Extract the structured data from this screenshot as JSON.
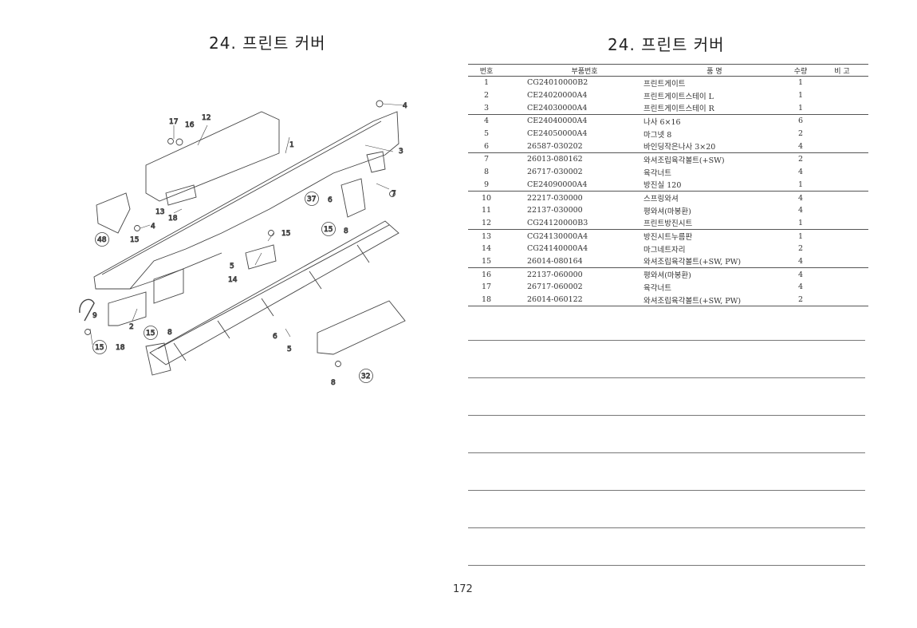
{
  "left_title": "24. 프린트 커버",
  "right_title": "24. 프린트 커버",
  "page_number": "172",
  "table": {
    "headers": {
      "no": "번호",
      "part_no": "부품번호",
      "name": "품 명",
      "qty": "수량",
      "remark": "비 고"
    },
    "rows": [
      {
        "no": "1",
        "part_no": "CG24010000B2",
        "name": "프린트게이트",
        "qty": "1"
      },
      {
        "no": "2",
        "part_no": "CE24020000A4",
        "name": "프린트게이트스테이 L",
        "qty": "1"
      },
      {
        "no": "3",
        "part_no": "CE24030000A4",
        "name": "프린트게이트스테이 R",
        "qty": "1"
      },
      {
        "no": "4",
        "part_no": "CE24040000A4",
        "name": "나사 6×16",
        "qty": "6"
      },
      {
        "no": "5",
        "part_no": "CE24050000A4",
        "name": "마그넷 8",
        "qty": "2"
      },
      {
        "no": "6",
        "part_no": "26587-030202",
        "name": "바인딩작은나사 3×20",
        "qty": "4"
      },
      {
        "no": "7",
        "part_no": "26013-080162",
        "name": "와셔조립육각볼트(+SW)",
        "qty": "2"
      },
      {
        "no": "8",
        "part_no": "26717-030002",
        "name": "육각너트",
        "qty": "4"
      },
      {
        "no": "9",
        "part_no": "CE24090000A4",
        "name": "방진실 120",
        "qty": "1"
      },
      {
        "no": "10",
        "part_no": "22217-030000",
        "name": "스프링와셔",
        "qty": "4"
      },
      {
        "no": "11",
        "part_no": "22137-030000",
        "name": "평와셔(마봉환)",
        "qty": "4"
      },
      {
        "no": "12",
        "part_no": "CG24120000B3",
        "name": "프린트방진시트",
        "qty": "1"
      },
      {
        "no": "13",
        "part_no": "CG24130000A4",
        "name": "방진시트누름판",
        "qty": "1"
      },
      {
        "no": "14",
        "part_no": "CG24140000A4",
        "name": "마그네트자리",
        "qty": "2"
      },
      {
        "no": "15",
        "part_no": "26014-080164",
        "name": "와셔조립육각볼트(+SW, PW)",
        "qty": "4"
      },
      {
        "no": "16",
        "part_no": "22137-060000",
        "name": "평와셔(마봉환)",
        "qty": "4"
      },
      {
        "no": "17",
        "part_no": "26717-060002",
        "name": "육각너트",
        "qty": "4"
      },
      {
        "no": "18",
        "part_no": "26014-060122",
        "name": "와셔조립육각볼트(+SW, PW)",
        "qty": "2"
      }
    ]
  },
  "diagram": {
    "callouts": {
      "c1": "1",
      "c2": "2",
      "c3": "3",
      "c4a": "4",
      "c4b": "4",
      "c5a": "5",
      "c5b": "5",
      "c6a": "6",
      "c6b": "6",
      "c7": "7",
      "c8a": "8",
      "c8b": "8",
      "c8c": "8",
      "c9": "9",
      "c12": "12",
      "c13": "13",
      "c14": "14",
      "c15a": "15",
      "c15b": "15",
      "c16": "16",
      "c17": "17",
      "c18a": "18",
      "c18b": "18"
    },
    "circled": {
      "r37": "37",
      "r15a": "15",
      "r15b": "15",
      "r48": "48",
      "r15c": "15",
      "r32": "32"
    }
  }
}
